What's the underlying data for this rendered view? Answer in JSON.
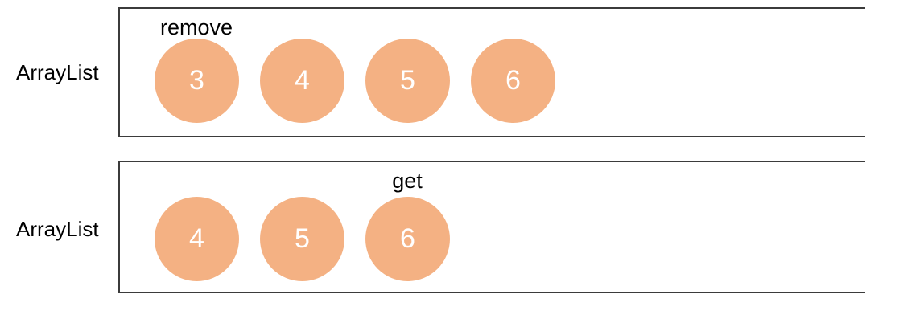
{
  "diagram": {
    "rows": [
      {
        "label": "ArrayList",
        "operation": {
          "label": "remove",
          "target_value": "3"
        },
        "items": [
          "3",
          "4",
          "5",
          "6"
        ]
      },
      {
        "label": "ArrayList",
        "operation": {
          "label": "get",
          "target_value": "6"
        },
        "items": [
          "4",
          "5",
          "6"
        ]
      }
    ]
  },
  "colors": {
    "circle_fill": "#F4B183",
    "circle_text": "#FFFFFF",
    "box_border": "#3B3B3B",
    "label_text": "#000000"
  }
}
